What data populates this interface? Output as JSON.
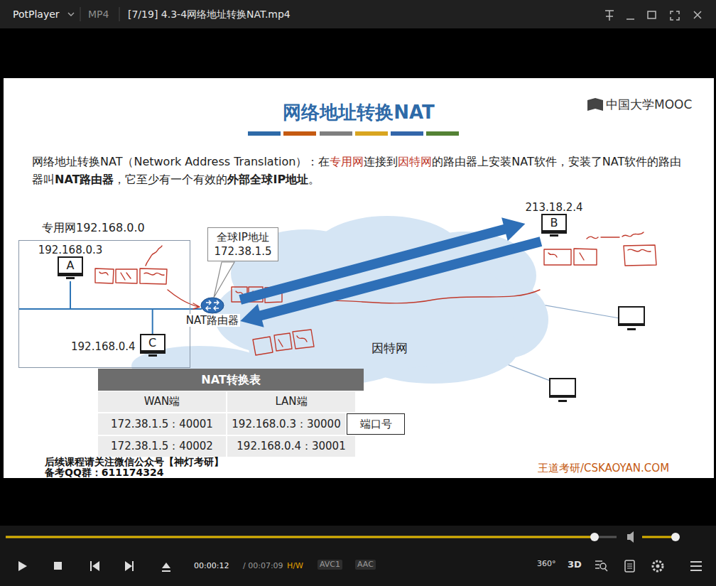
{
  "diagram": {
    "title": "网络地址转换NAT",
    "nodes": [
      {
        "text": [
          "专用网192.168.0.0"
        ]
      },
      {
        "text": [
          "192.168.0.3",
          "A"
        ],
        "in": 0
      },
      {
        "text": [
          "192.168.0.4",
          "C"
        ],
        "in": 0
      },
      {
        "text": [
          "NAT路由器"
        ]
      },
      {
        "text": [
          "全球IP地址 172.38.1.5"
        ]
      },
      {
        "text": [
          "因特网"
        ]
      },
      {
        "text": [
          "213.18.2.4",
          "B"
        ]
      },
      {
        "text": [
          "NAT转换表"
        ]
      },
      {
        "text": [
          "端口号"
        ]
      }
    ],
    "edges": [
      {
        "from": 1,
        "to": 3,
        "arrow": "none"
      },
      {
        "from": 2,
        "to": 3,
        "arrow": "none"
      },
      {
        "from": 3,
        "to": 6,
        "arrow": "to"
      },
      {
        "from": 6,
        "to": 3,
        "arrow": "to"
      }
    ],
    "labels": [
      "PotPlayer",
      "MP4",
      "[7/19] 4.3-4网络地址转换NAT.mp4",
      "中国大学MOOC",
      "网络地址转换NAT（Network Address Translation）：在",
      "专用网",
      "连接到",
      "因特网",
      "的路由器上安装NAT软件，安装了NAT软件的路由器叫",
      "NAT路由器",
      "，它至少有一个有效的",
      "外部全球IP地址",
      "。",
      "WAN端",
      "LAN端",
      "172.38.1.5：40001",
      "192.168.0.3：30000",
      "172.38.1.5：40002",
      "192.168.0.4：30001",
      "后续课程请关注微信公众号【神灯考研】",
      "备考QQ群：611174324",
      "王道考研/CSKAOYAN.COM",
      "00:00:12",
      "/ 00:07:09",
      "H/W",
      "AVC1",
      "AAC",
      "360°",
      "3D"
    ]
  }
}
